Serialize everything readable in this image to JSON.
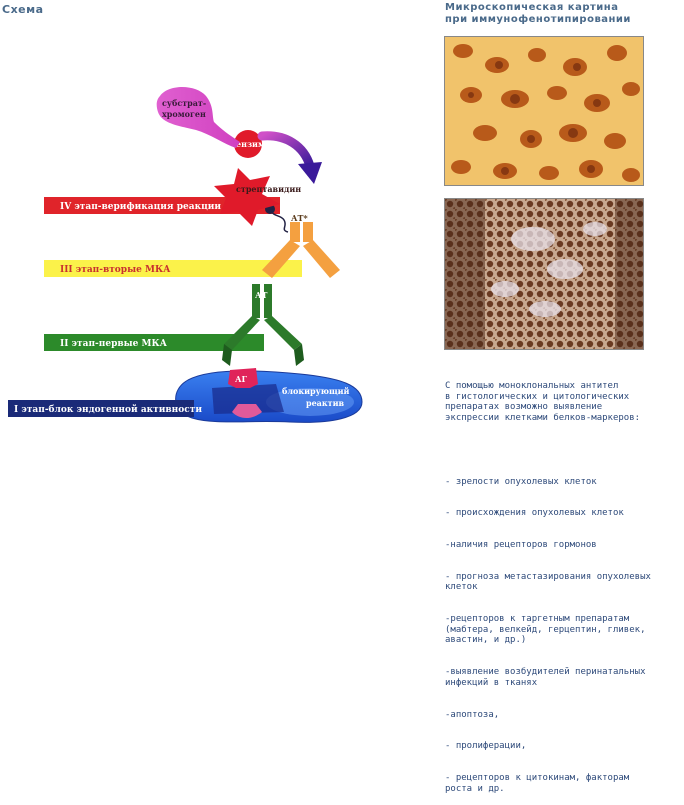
{
  "header": {
    "left_title": "Схема",
    "right_title_line1": "Микроскопическая картина",
    "right_title_line2": "при иммунофенотипировании"
  },
  "diagram": {
    "substrate_line1": "субстрат-",
    "substrate_line2": "хромоген",
    "enzyme": "ензим",
    "streptavidin": "стрептавидин",
    "at_star": "АТ*",
    "at": "АТ",
    "ag": "АГ",
    "blocking_line1": "блокирующий",
    "blocking_line2": "реактив",
    "stages": [
      {
        "label": "IV этап-верификация реакции",
        "color": "#e0242a",
        "text_color": "#ffffff"
      },
      {
        "label": "III этап-вторые МКА",
        "color": "#fbf24a",
        "text_color": "#c8302e"
      },
      {
        "label": "II этап-первые МКА",
        "color": "#2c8a2a",
        "text_color": "#ffffff"
      },
      {
        "label": "I этап-блок эндогенной активности",
        "color": "#1a2a78",
        "text_color": "#ffffff"
      }
    ]
  },
  "description": {
    "intro": "С помощью моноклональных антител\nв гистологических и цитологических\nпрепаратах возможно выявление\nэкспрессии клетками белков-маркеров:",
    "items": [
      "- зрелости опухолевых клеток",
      "- происхождения опухолевых клеток",
      "-наличия рецепторов гормонов",
      "- прогноза метастазирования опухолевых\nклеток",
      "-рецепторов к таргетным препаратам\n(мабтера, велкейд, герцептин, гливек,\nавастин, и др.)",
      "-выявление возбудителей перинатальных\nинфекций в тканях",
      "-апоптоза,",
      "- пролиферации,",
      "- рецепторов к цитокинам, факторам\nроста и др."
    ]
  },
  "colors": {
    "heading": "#4a6a8a",
    "body_text": "#2e4a7a",
    "antibody_orange": "#f4a040",
    "antibody_green": "#2c7a2a",
    "antigen_blue": "#2a6ad8",
    "enzyme_red": "#e01a2a",
    "substrate_pink": "#e060d0"
  }
}
